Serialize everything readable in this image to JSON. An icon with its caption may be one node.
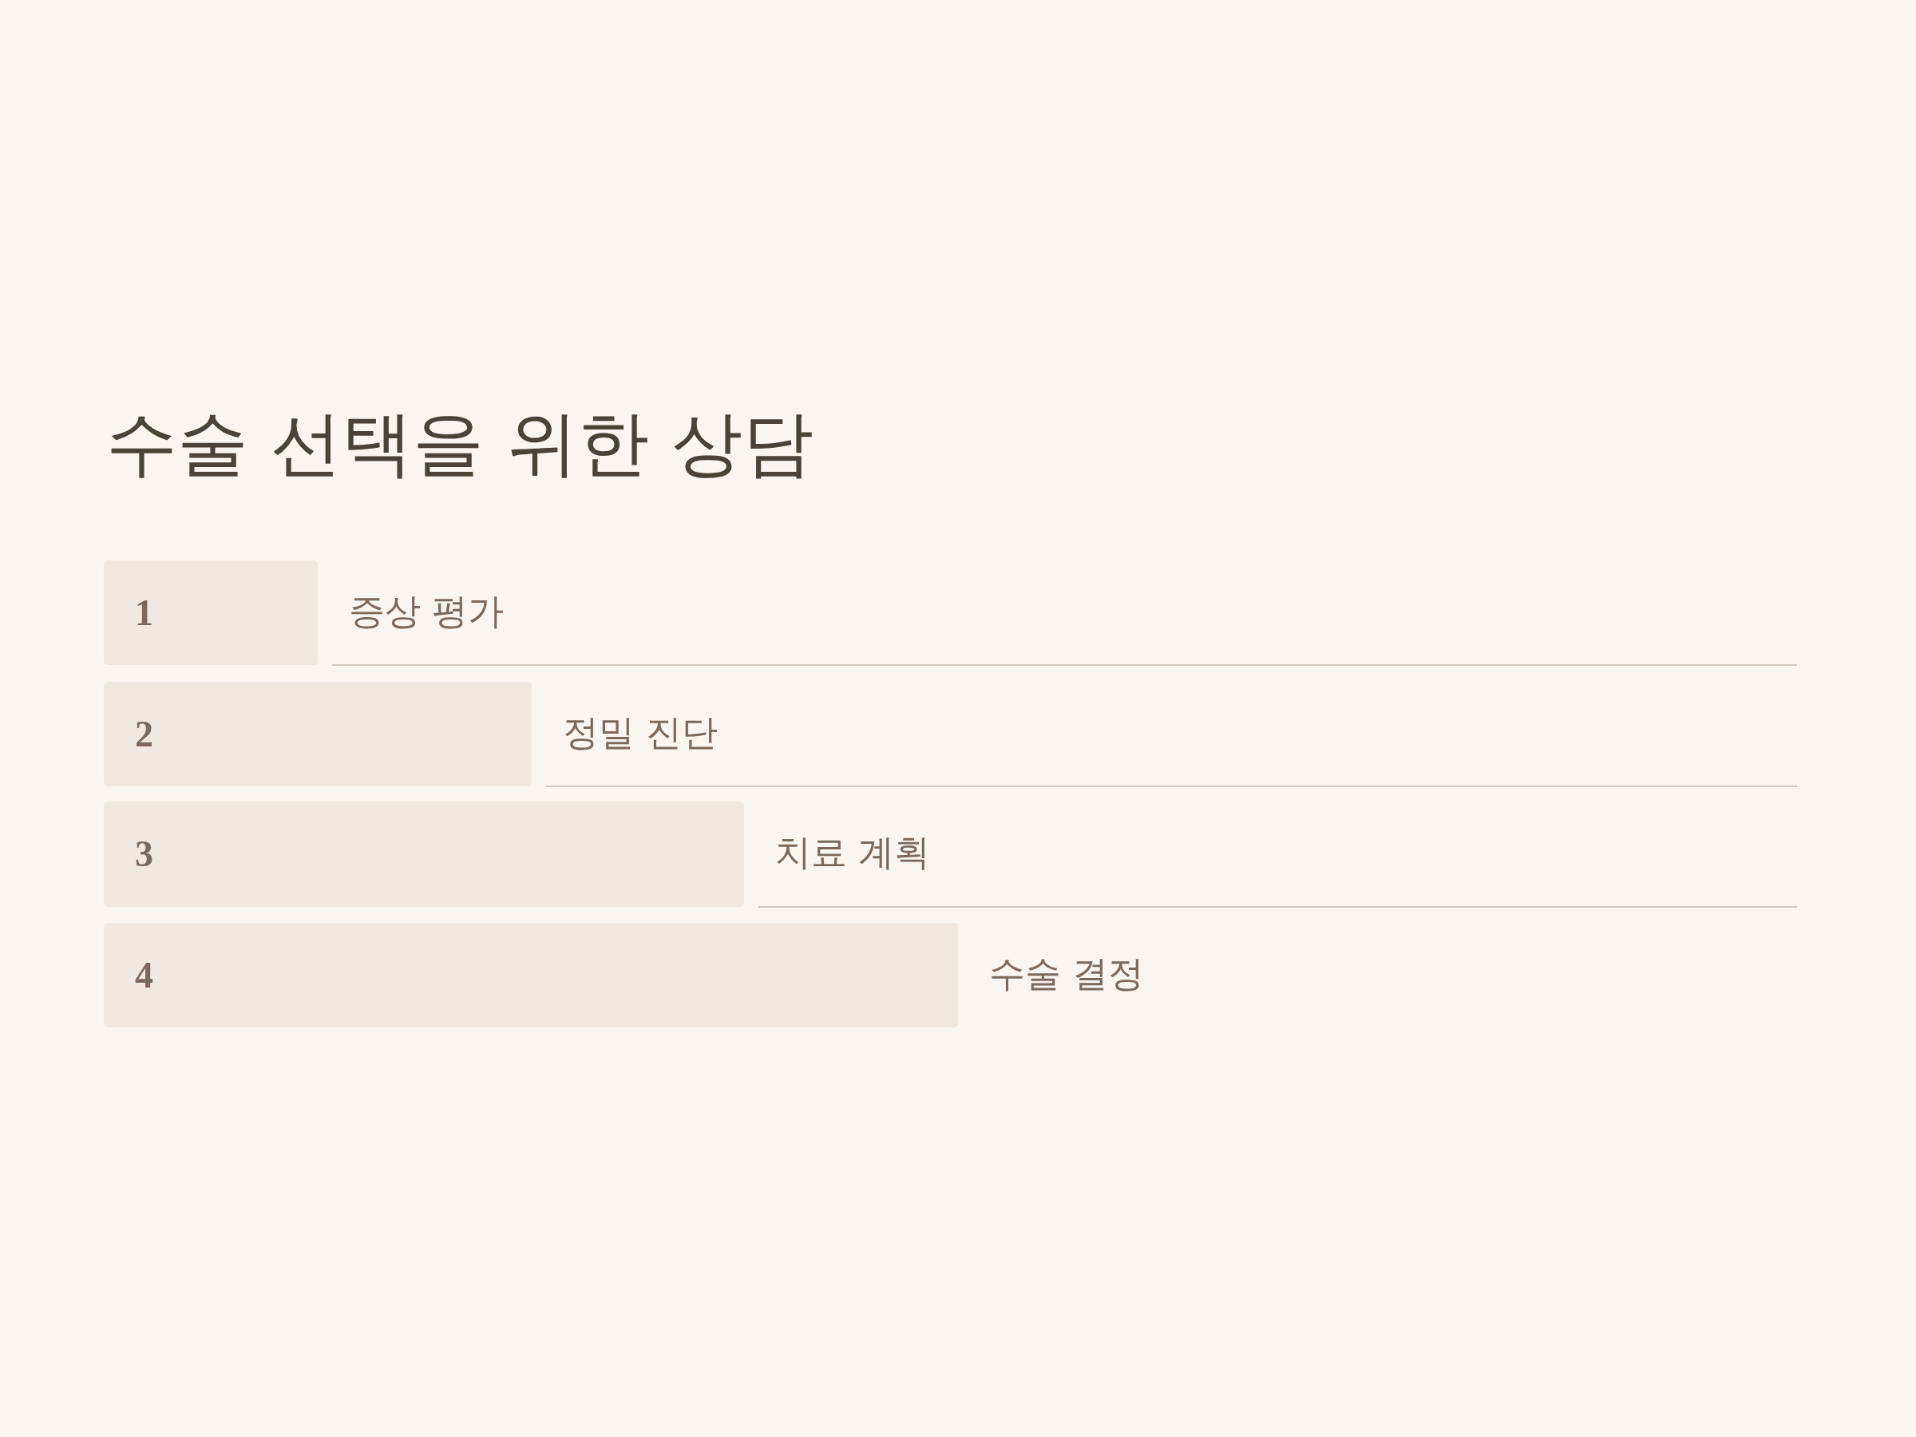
{
  "diagram": {
    "title": "수술 선택을 위한 상담",
    "nodes": [
      {
        "text": [
          "1"
        ],
        "beside": [
          "증상 평가"
        ]
      },
      {
        "text": [
          "2"
        ],
        "beside": [
          "정밀 진단"
        ]
      },
      {
        "text": [
          "3"
        ],
        "beside": [
          "치료 계획"
        ]
      },
      {
        "text": [
          "4"
        ],
        "beside": [
          "수술 결정"
        ]
      }
    ]
  }
}
